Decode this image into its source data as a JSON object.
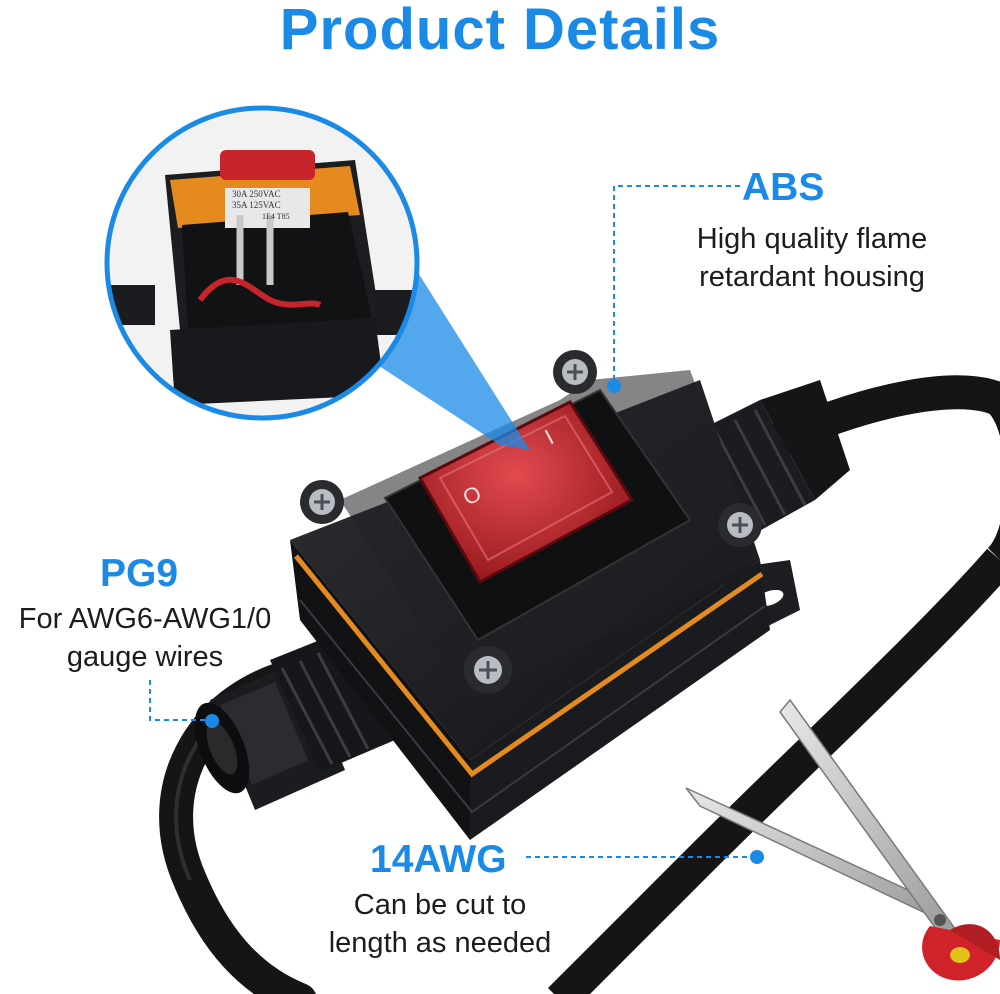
{
  "header": {
    "title": "Product Details"
  },
  "callouts": {
    "housing": {
      "title": "ABS",
      "line1": "High quality flame",
      "line2": "retardant housing"
    },
    "gland": {
      "title": "PG9",
      "line1": "For AWG6-AWG1/0",
      "line2": "gauge wires"
    },
    "cable": {
      "title": "14AWG",
      "line1": "Can be cut to",
      "line2": "length as needed"
    }
  },
  "inset": {
    "label_line1": "30A 250VAC",
    "label_line2": "35A 125VAC",
    "label_line3": "1E4 T85"
  },
  "switch": {
    "on_mark": "I",
    "off_mark": "O"
  },
  "colors": {
    "accent": "#1a8ae6",
    "housing": "#1d1e21",
    "gasket": "#e58a1f",
    "rocker": "#c8242b",
    "cable": "#151515"
  }
}
